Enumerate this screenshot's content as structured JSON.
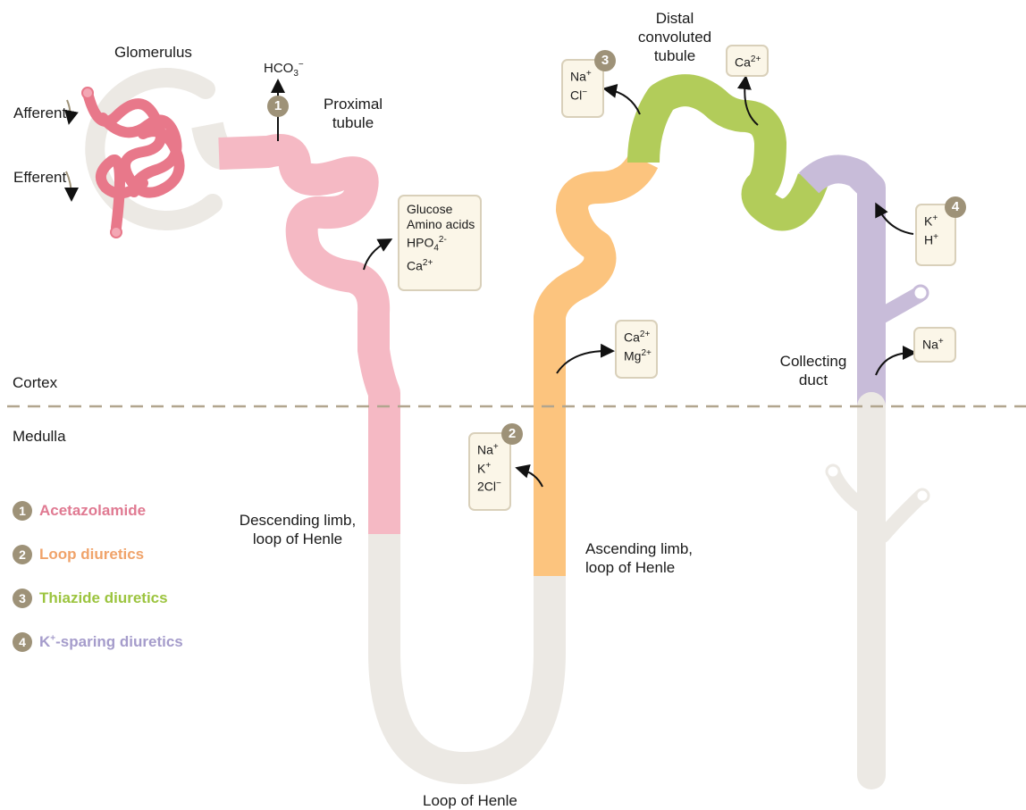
{
  "labels": {
    "glomerulus": "Glomerulus",
    "afferent": "Afferent",
    "efferent": "Efferent",
    "proximal_tubule": [
      "Proximal",
      "tubule"
    ],
    "distal_convoluted_tubule": [
      "Distal",
      "convoluted",
      "tubule"
    ],
    "cortex": "Cortex",
    "medulla": "Medulla",
    "descending_limb": [
      "Descending limb,",
      "loop of Henle"
    ],
    "ascending_limb": [
      "Ascending limb,",
      "loop of Henle"
    ],
    "loop_of_henle": "Loop of Henle",
    "collecting_duct": [
      "Collecting",
      "duct"
    ]
  },
  "ions": {
    "hco3": {
      "base": "HCO",
      "sub": "3",
      "sup": "−"
    },
    "proximal_box": [
      {
        "text": "Glucose"
      },
      {
        "text": "Amino acids"
      },
      {
        "text": "HPO",
        "sub": "4",
        "sup": "2-"
      },
      {
        "text": "Ca",
        "sup": "2+"
      }
    ],
    "thick_ascending_box": [
      {
        "text": "Ca",
        "sup": "2+"
      },
      {
        "text": "Mg",
        "sup": "2+"
      }
    ],
    "loop_box": [
      {
        "text": "Na",
        "sup": "+"
      },
      {
        "text": "K",
        "sup": "+"
      },
      {
        "text": "2Cl",
        "sup": "−"
      }
    ],
    "distal_box": [
      {
        "text": "Na",
        "sup": "+"
      },
      {
        "text": "Cl",
        "sup": "−"
      }
    ],
    "distal_ca_box": [
      {
        "text": "Ca",
        "sup": "2+"
      }
    ],
    "collecting_kh_box": [
      {
        "text": "K",
        "sup": "+"
      },
      {
        "text": "H",
        "sup": "+"
      }
    ],
    "collecting_na_box": [
      {
        "text": "Na",
        "sup": "+"
      }
    ]
  },
  "badges": [
    "1",
    "2",
    "3",
    "4"
  ],
  "legend": [
    {
      "num": "1",
      "label": "Acetazolamide",
      "color": "#e07a92"
    },
    {
      "num": "2",
      "label": "Loop diuretics",
      "color": "#f0a36a"
    },
    {
      "num": "3",
      "label": "Thiazide diuretics",
      "color": "#9cc43f"
    },
    {
      "num": "4",
      "label": "K",
      "label_sup": "+",
      "label_rest": "-sparing diuretics",
      "color": "#a59ccb"
    }
  ],
  "colors": {
    "proximal": "#f5b9c4",
    "loop_medulla": "#ece9e4",
    "ascending": "#fcc47e",
    "distal": "#b2cc5a",
    "collecting": "#c8bcd9",
    "glomerulus": "#e8788a",
    "divider": "#b1a58e",
    "badge": "#9e9278"
  }
}
